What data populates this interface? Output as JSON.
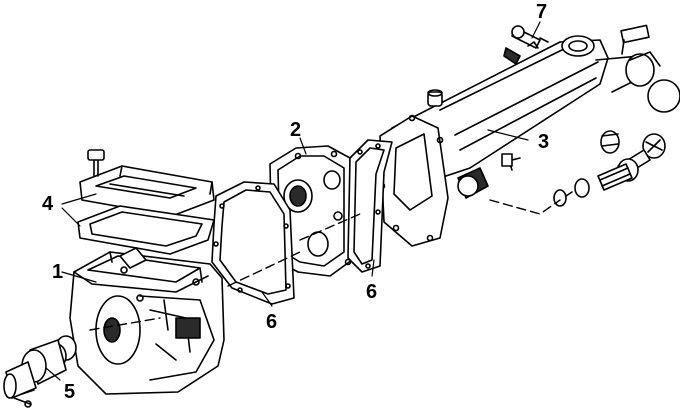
{
  "callouts": [
    {
      "id": "1",
      "label": "1"
    },
    {
      "id": "2",
      "label": "2"
    },
    {
      "id": "3",
      "label": "3"
    },
    {
      "id": "4",
      "label": "4"
    },
    {
      "id": "5",
      "label": "5"
    },
    {
      "id": "6a",
      "label": "6"
    },
    {
      "id": "6b",
      "label": "6"
    },
    {
      "id": "7",
      "label": "7"
    }
  ],
  "colors": {
    "ink": "#000000",
    "paper": "#ffffff",
    "shade": "#2a2a2a"
  }
}
